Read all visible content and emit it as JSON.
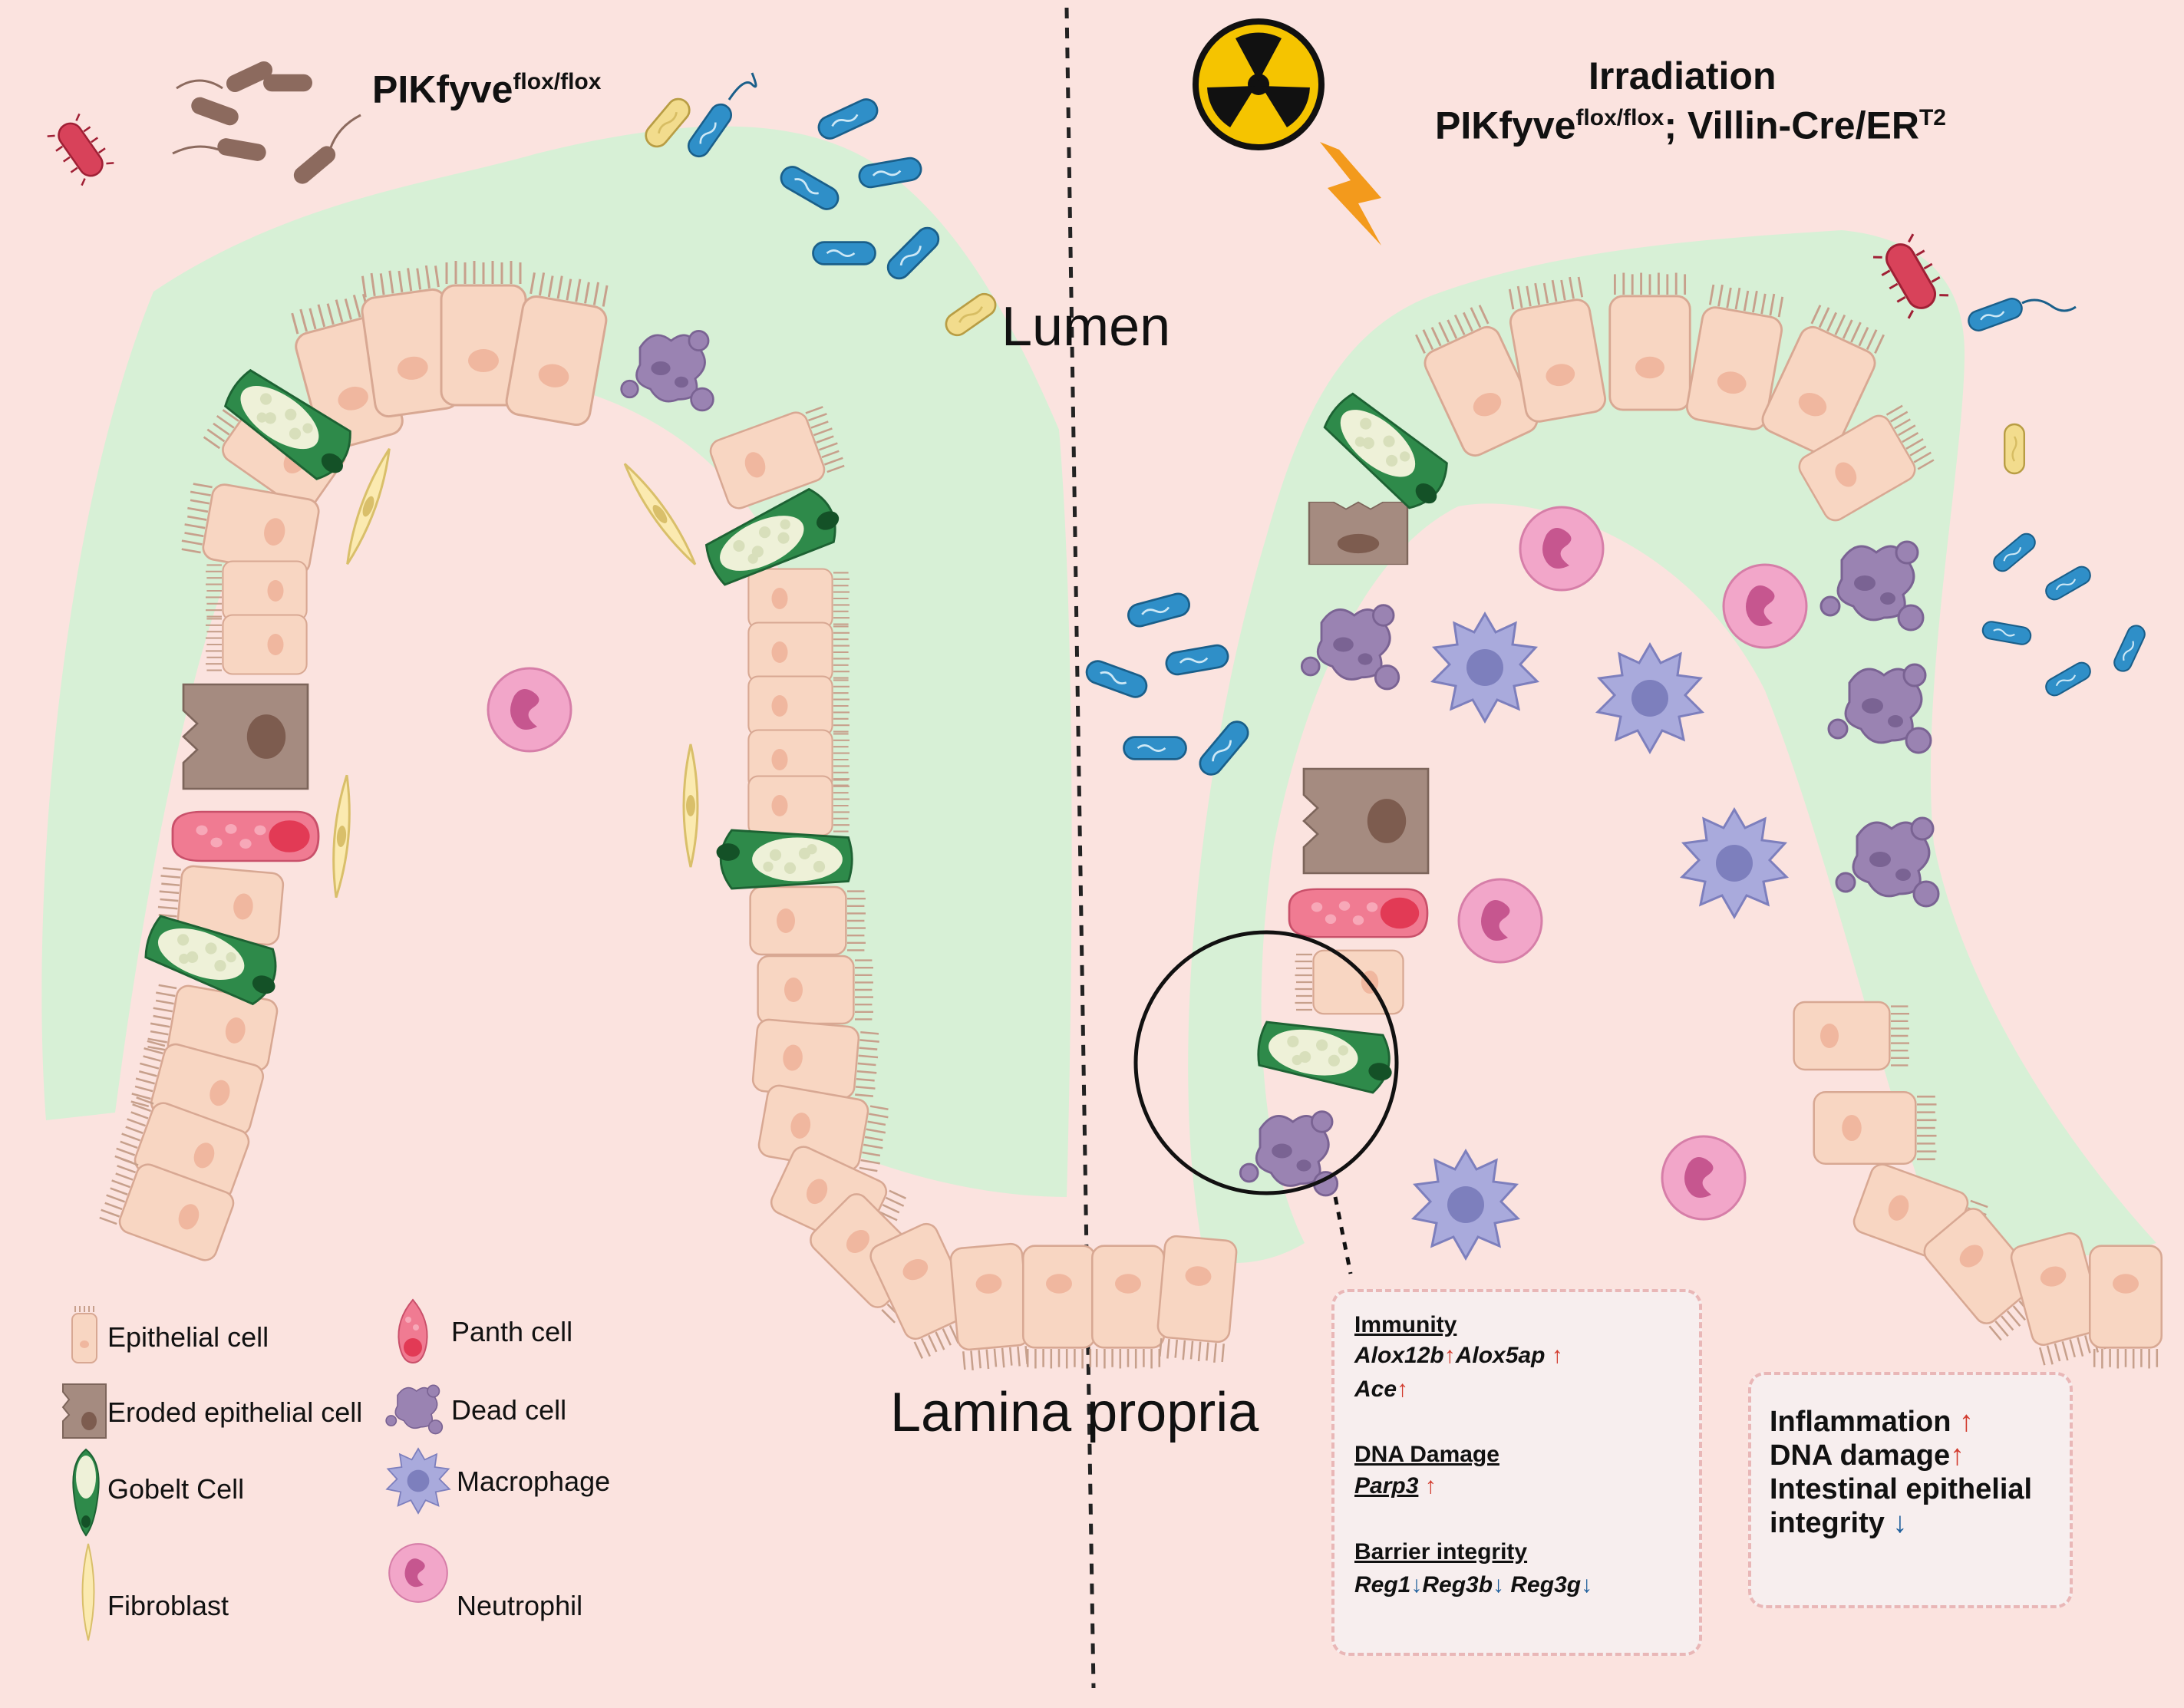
{
  "left_panel": {
    "genotype_main": "PIKfyve",
    "genotype_sup": "flox/flox"
  },
  "right_panel": {
    "title": "Irradiation",
    "genotype_main": "PIKfyve",
    "genotype_sup": "flox/flox",
    "genotype_rest": "; Villin-Cre/ER",
    "genotype_rest_sup": "T2"
  },
  "regions": {
    "lumen": "Lumen",
    "lamina_propria": "Lamina propria"
  },
  "legend": [
    {
      "label": "Epithelial cell",
      "icon": "epithelial-cell-icon"
    },
    {
      "label": "Eroded epithelial cell",
      "icon": "eroded-epithelial-cell-icon"
    },
    {
      "label": "Gobelt Cell",
      "icon": "goblet-cell-icon"
    },
    {
      "label": "Fibroblast",
      "icon": "fibroblast-icon"
    },
    {
      "label": "Panth cell",
      "icon": "paneth-cell-icon"
    },
    {
      "label": "Dead cell",
      "icon": "dead-cell-icon"
    },
    {
      "label": "Macrophage",
      "icon": "macrophage-icon"
    },
    {
      "label": "Neutrophil",
      "icon": "neutrophil-icon"
    }
  ],
  "gene_box": {
    "immunity": {
      "title": "Immunity",
      "genes": [
        "Alox12b",
        "Alox5ap",
        "Ace"
      ],
      "direction": "up"
    },
    "dna_damage": {
      "title": "DNA Damage",
      "genes": [
        "Parp3"
      ],
      "direction": "up"
    },
    "barrier": {
      "title": "Barrier integrity",
      "genes": [
        "Reg1",
        "Reg3b",
        "Reg3g"
      ],
      "direction": "down"
    }
  },
  "summary_box": {
    "inflammation": "Inflammation",
    "dna_damage": "DNA damage",
    "integrity_line1": "Intestinal epithelial",
    "integrity_line2": "integrity"
  },
  "colors": {
    "background": "#fbe3df",
    "mucus": "#d7f0d6",
    "epithelial": "#f8d6c2",
    "goblet": "#2e8a4a",
    "paneth": "#f07b92",
    "eroded": "#a58b80",
    "dead_cell": "#9a83b2",
    "macrophage": "#a9aadc",
    "neutrophil": "#f2a6c9",
    "bacteria_blue": "#2f8fc8",
    "bacteria_yellow": "#f2dc8d",
    "bacteria_brown": "#8c6a5e",
    "bacteria_red": "#d8425a",
    "up_arrow": "#d23b2e",
    "down_arrow": "#1f5f9c",
    "radiation_yellow": "#f5c400",
    "lightning": "#f39a1c"
  }
}
